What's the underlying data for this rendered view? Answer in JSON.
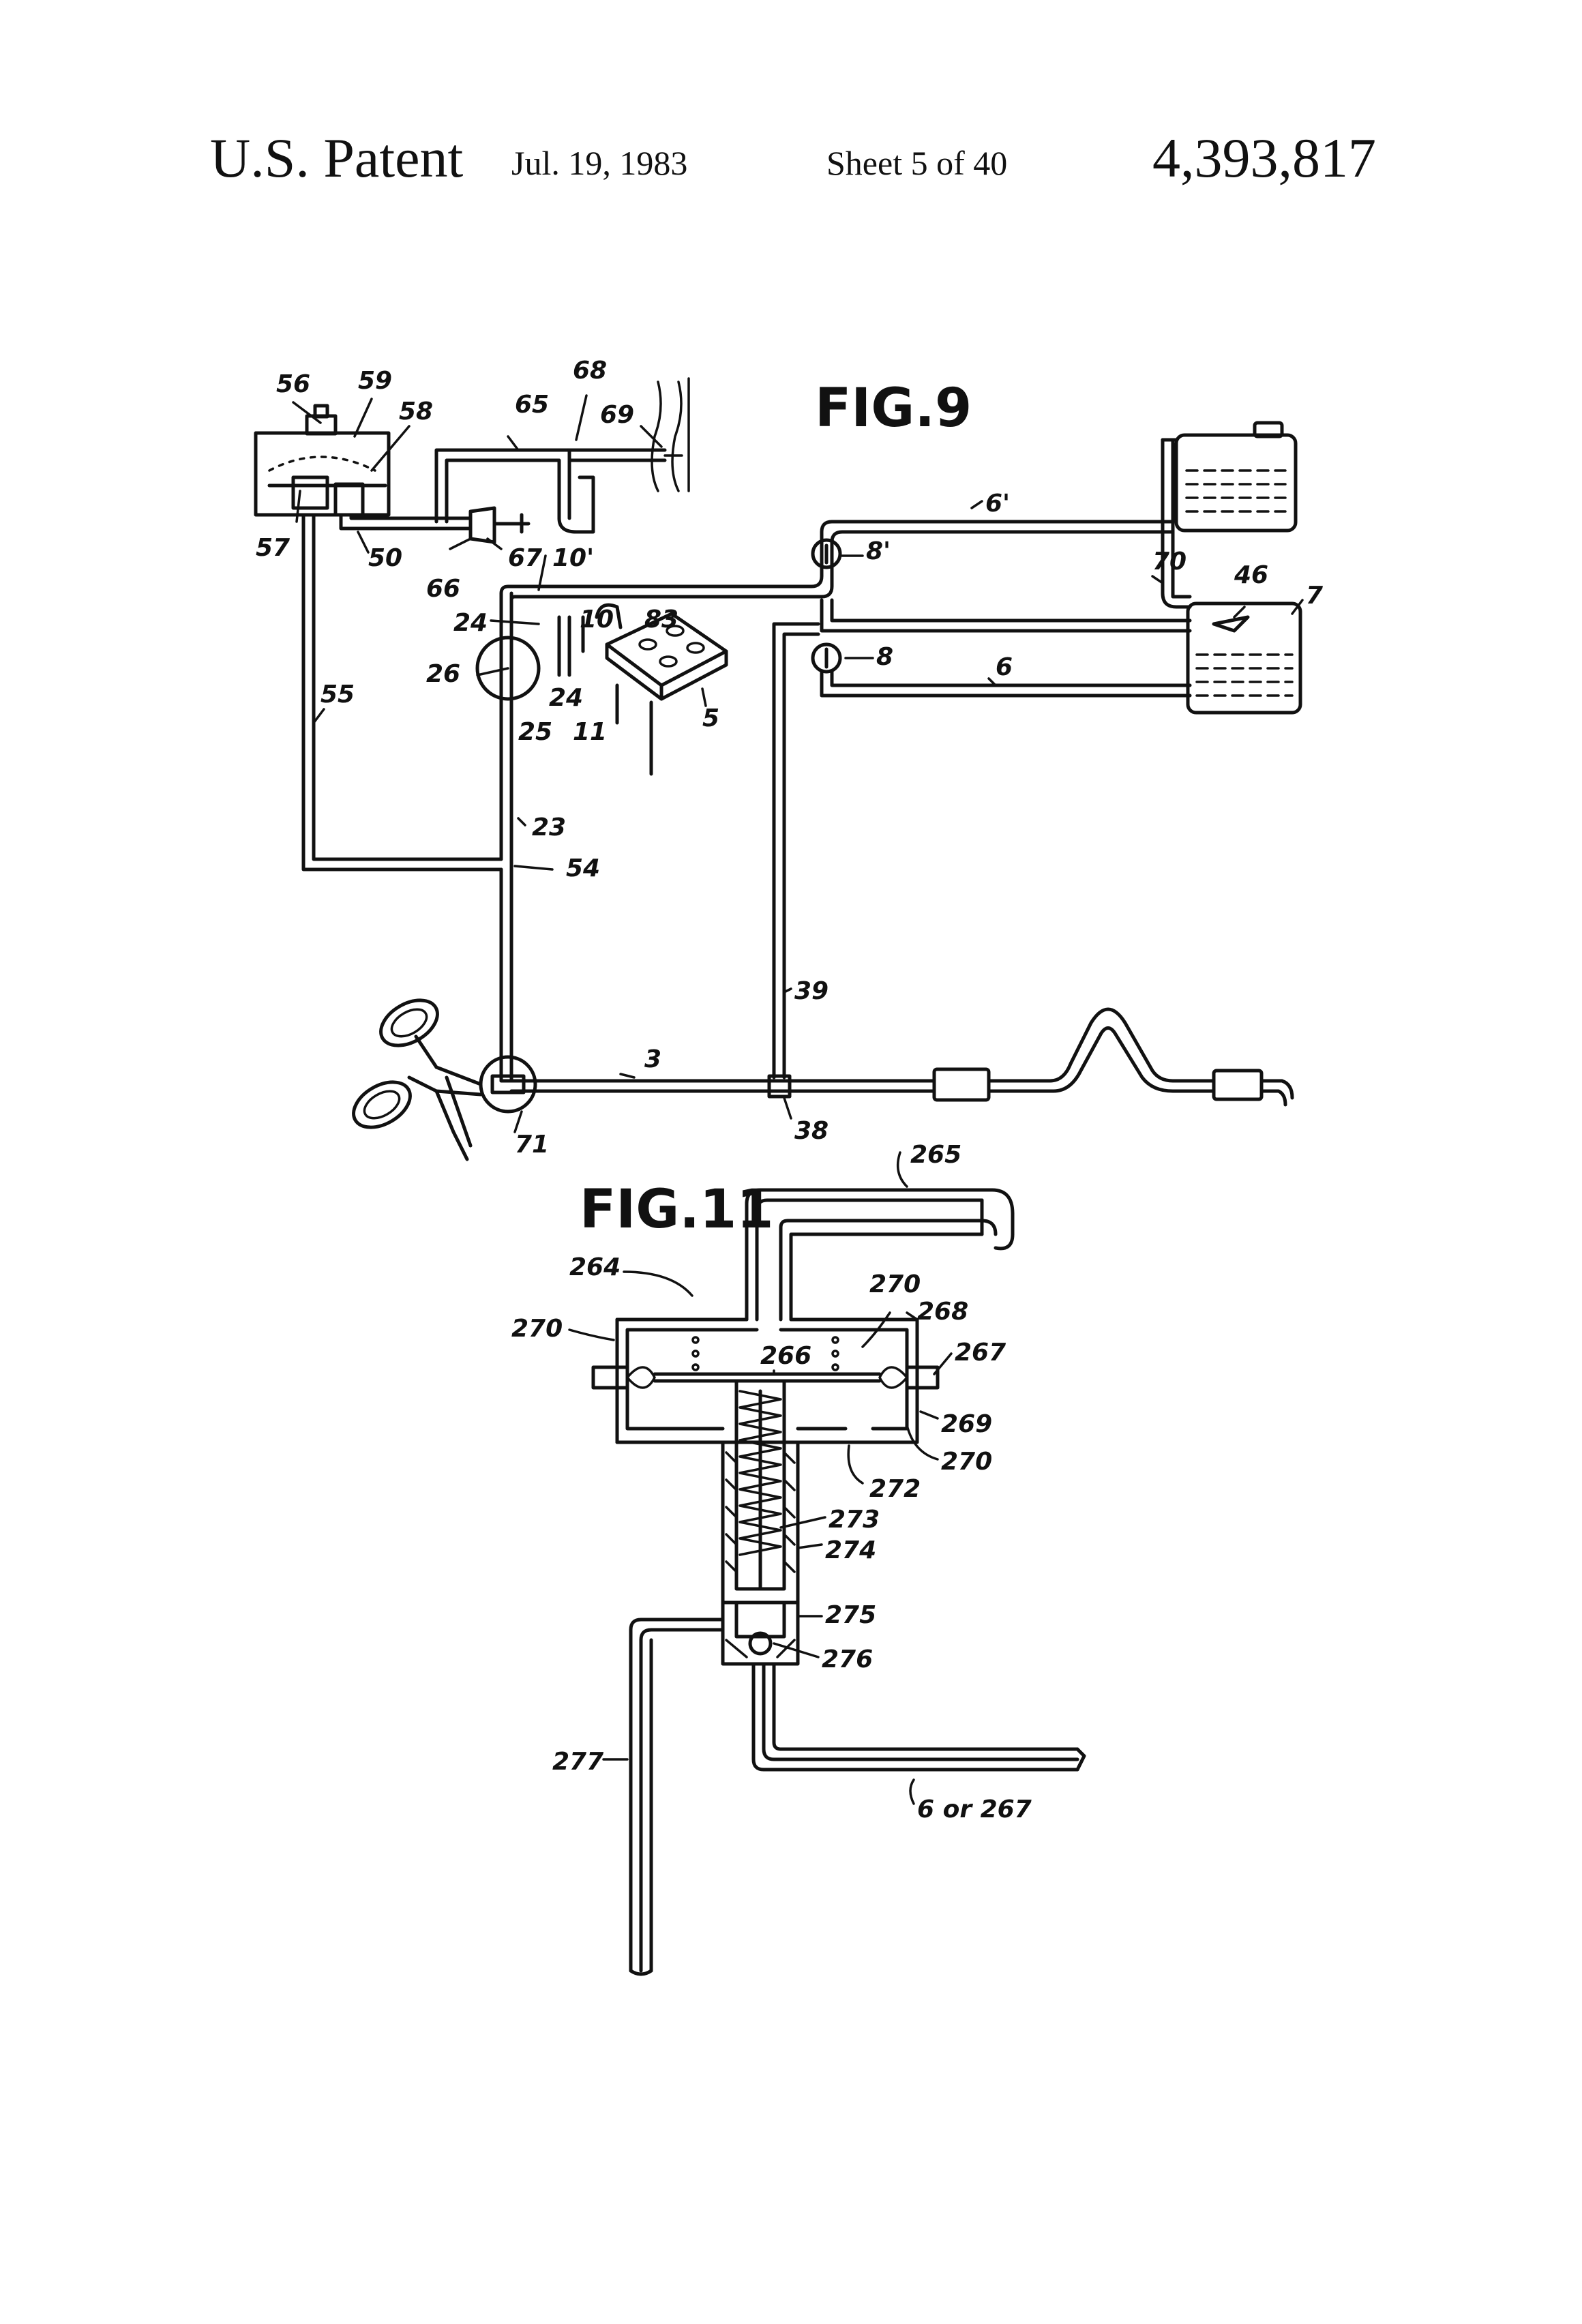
{
  "header": {
    "patent_label": "U.S. Patent",
    "date": "Jul. 19, 1983",
    "sheet": "Sheet 5 of 40",
    "patent_number": "4,393,817"
  },
  "figures": {
    "fig9_title": "FIG.9",
    "fig11_title": "FIG.11"
  },
  "fig9_labels": {
    "l56": "56",
    "l59": "59",
    "l58": "58",
    "l65": "65",
    "l68": "68",
    "l69": "69",
    "l57": "57",
    "l50": "50",
    "l67": "67",
    "l66": "66",
    "l10p": "10'",
    "l6p": "6'",
    "l8p": "8'",
    "l70": "70",
    "l46": "46",
    "l7": "7",
    "l24a": "24",
    "l10": "10",
    "l83": "83",
    "l8": "8",
    "l6": "6",
    "l26": "26",
    "l24b": "24",
    "l25": "25",
    "l11": "11",
    "l5": "5",
    "l55": "55",
    "l23": "23",
    "l54": "54",
    "l39": "39",
    "l3": "3",
    "l71": "71",
    "l38": "38"
  },
  "fig11_labels": {
    "l265": "265",
    "l264": "264",
    "l270a": "270",
    "l268": "268",
    "l270b": "270",
    "l266": "266",
    "l267": "267",
    "l269": "269",
    "l270c": "270",
    "l272": "272",
    "l273": "273",
    "l274": "274",
    "l275": "275",
    "l276": "276",
    "l277": "277",
    "l6or267": "6 or 267"
  }
}
